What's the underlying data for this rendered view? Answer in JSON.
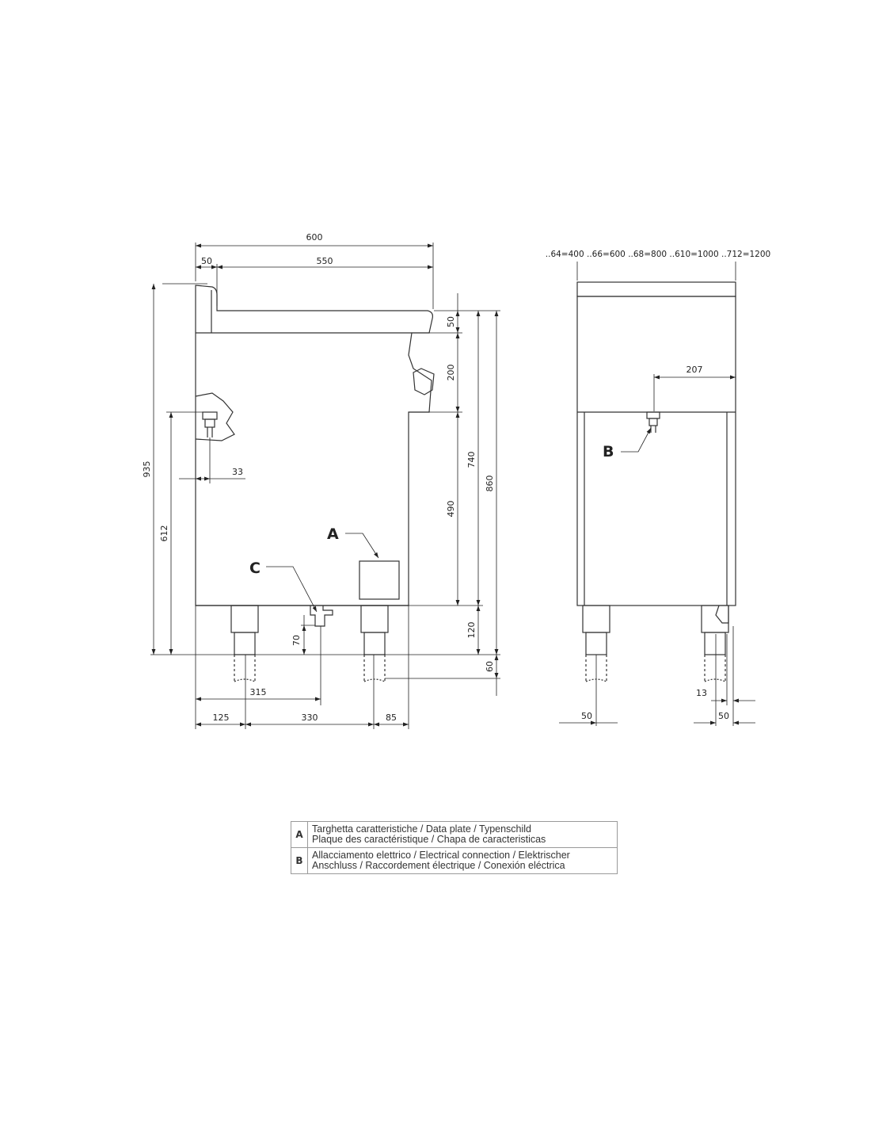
{
  "side_view": {
    "dims": {
      "total_width": "600",
      "back_upstand": "50",
      "top_depth": "550",
      "top_thickness": "50",
      "panel_height": "200",
      "cabinet_height": "490",
      "to_worktop": "740",
      "total_height_front": "860",
      "leg_height": "120",
      "leg_adjust": "60",
      "total_height": "935",
      "connection_height": "612",
      "connection_offset": "33",
      "drain_height": "70",
      "drain_offset": "315",
      "leg_offset_rear": "125",
      "leg_spacing": "330",
      "leg_offset_front": "85"
    },
    "callouts": {
      "a": "A",
      "c": "C"
    }
  },
  "front_view": {
    "width_options": "..64=400 ..66=600 ..68=800 ..610=1000 ..712=1200",
    "dims": {
      "connection_offset": "207",
      "leg_offset_left": "50",
      "leg_offset_right": "50",
      "drain_offset": "13"
    },
    "callouts": {
      "b": "B"
    }
  },
  "legend": [
    {
      "key": "A",
      "line1": "Targhetta caratteristiche / Data plate / Typenschild",
      "line2": "Plaque des caractéristique / Chapa de caracteristicas"
    },
    {
      "key": "B",
      "line1": "Allacciamento elettrico / Electrical connection / Elektrischer",
      "line2": "Anschluss / Raccordement électrique / Conexión eléctrica"
    }
  ]
}
